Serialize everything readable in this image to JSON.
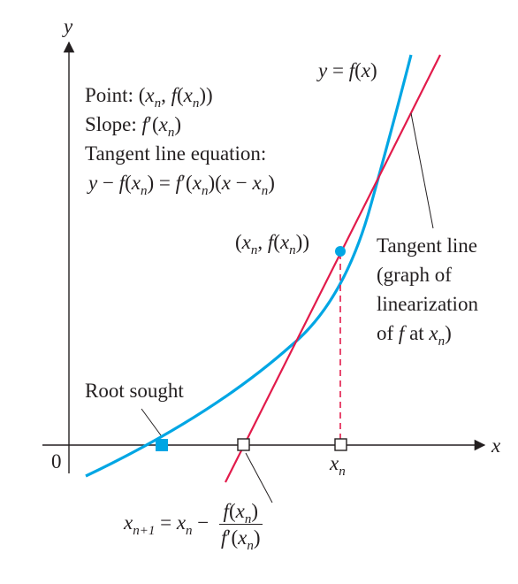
{
  "axes": {
    "x_label": "x",
    "y_label": "y",
    "origin_label": "0"
  },
  "curve": {
    "label": "y = f(x)",
    "color": "#00a6e4"
  },
  "tangent": {
    "color": "#e21b4b"
  },
  "info_box": {
    "point_line": "Point: (x_n, f(x_n))",
    "slope_line": "Slope: f′(x_n)",
    "equation_title": "Tangent line equation:",
    "equation": "y − f(x_n) = f′(x_n)(x − x_n)"
  },
  "point_label": "(x_n, f(x_n))",
  "tangent_label": [
    "Tangent line",
    "(graph of",
    "linearization",
    "of f at x_n)"
  ],
  "root_label": "Root sought",
  "xn_label": "x_n",
  "newton_formula": "x_{n+1} = x_n − f(x_n) / f′(x_n)"
}
